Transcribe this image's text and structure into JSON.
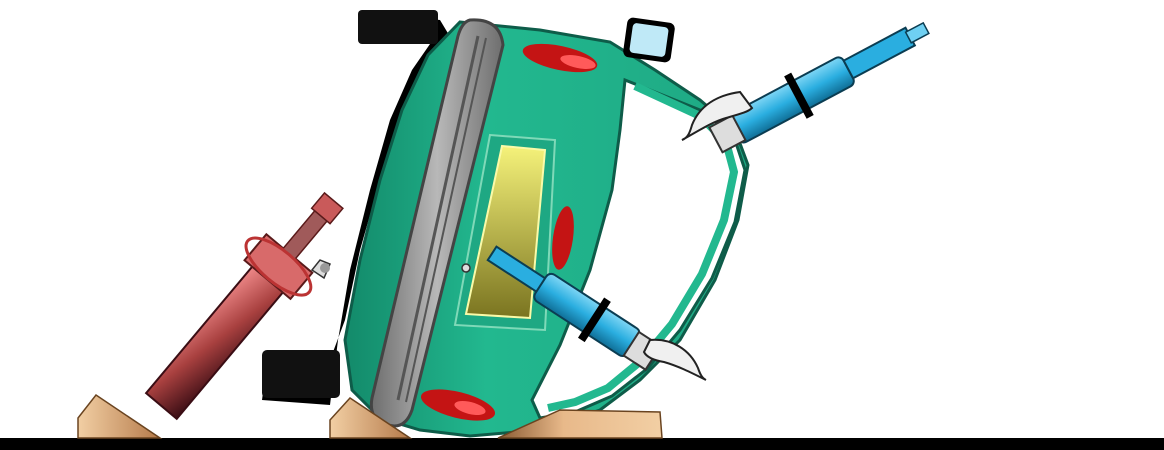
{
  "scene": {
    "subject": "overturned-car-stabilization",
    "colors": {
      "background": "#ffffff",
      "ground": "#000000",
      "car_body": "#20b08a",
      "car_body_dark": "#168067",
      "car_outline": "#0e5c49",
      "underbody": "#000000",
      "tire": "#9a9a9a",
      "tire_dark": "#5e5e5e",
      "tail_light": "#c41414",
      "license_plate": "#e8e45a",
      "strut_blue": "#2aaee0",
      "strut_blue_dark": "#147ca8",
      "strut_red": "#d86a6a",
      "strut_red_dark": "#3a0d14",
      "chock": "#e8b98a",
      "chock_dark": "#b57a4a",
      "claw": "#e8e8e8"
    },
    "icons": [
      "car-body",
      "tire",
      "tail-light",
      "license-plate",
      "stabilization-strut",
      "strut-claw",
      "wheel-chock",
      "ground-line",
      "side-mirror"
    ]
  }
}
